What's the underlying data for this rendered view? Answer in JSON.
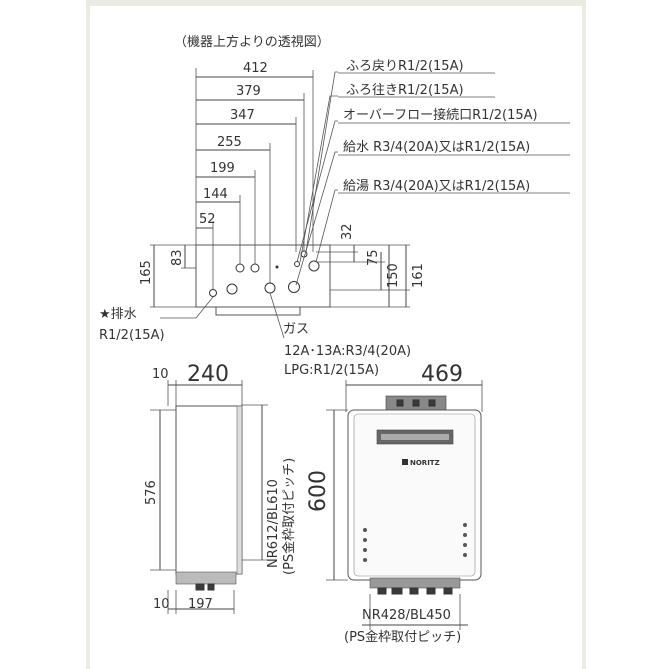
{
  "colors": {
    "frame": "#e8ece2",
    "ink": "#333333"
  },
  "top_view": {
    "title": "（機器上方よりの透視図）",
    "widths": {
      "w412": "412",
      "w379": "379",
      "w347": "347",
      "w255": "255",
      "w199": "199",
      "w144": "144",
      "w52": "52"
    },
    "heights": {
      "h165": "165",
      "h83": "83",
      "h32": "32",
      "h75": "75",
      "h150": "150",
      "h161": "161"
    },
    "callouts": {
      "bath_return": "ふろ戻りR1/2(15A)",
      "bath_supply": "ふろ往きR1/2(15A)",
      "overflow": "オーバーフロー接続口R1/2(15A)",
      "water_supply": "給水 R3/4(20A)又はR1/2(15A)",
      "hot_water": "給湯 R3/4(20A)又はR1/2(15A)",
      "drain_label": "★排水",
      "drain_size": "R1/2(15A)",
      "gas_label": "ガス",
      "gas_spec_1": "12A･13A:R3/4(20A)",
      "gas_spec_2": "LPG:R1/2(15A)"
    }
  },
  "side_view": {
    "dims": {
      "d10_top": "10",
      "depth": "240",
      "height": "576",
      "d10_bottom": "10",
      "d197": "197"
    },
    "pitch_label": "NR612/BL610",
    "pitch_note": "(PS金枠取付ピッチ)"
  },
  "front_view": {
    "dims": {
      "width": "469",
      "height": "600"
    },
    "brand": "NORITZ",
    "pitch_label": "NR428/BL450",
    "pitch_note": "(PS金枠取付ピッチ)"
  }
}
